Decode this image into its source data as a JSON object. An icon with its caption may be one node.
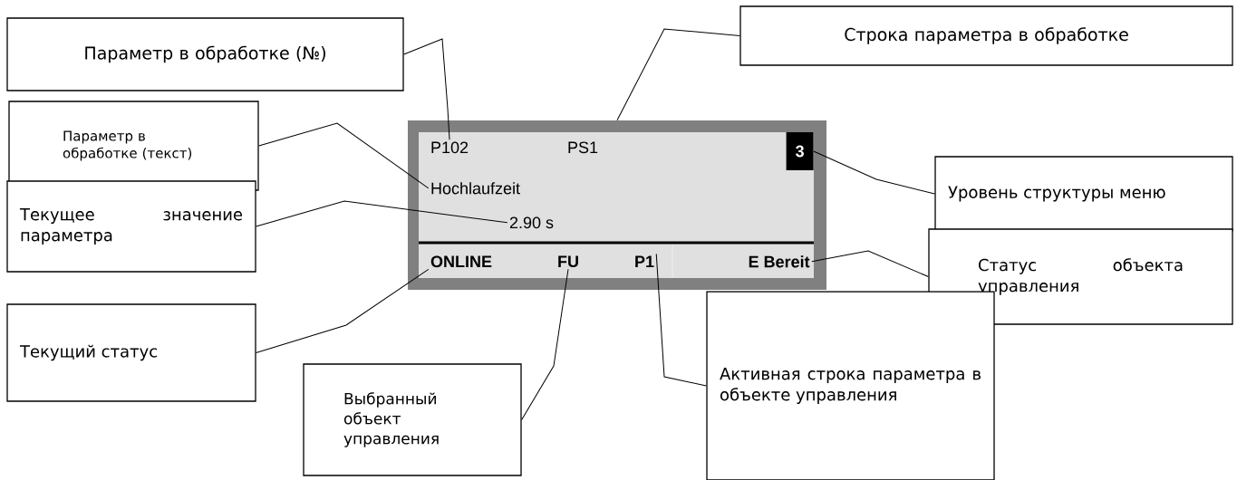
{
  "diagram": {
    "nodes": [
      {
        "text": [
          "Параметр в обработке (№)"
        ]
      },
      {
        "text": [
          "Строка параметра в обработке"
        ]
      },
      {
        "text": [
          "Параметр в обработке (текст)"
        ]
      },
      {
        "text": [
          "Текущее значение параметра"
        ]
      },
      {
        "text": [
          "Уровень структуры меню"
        ]
      },
      {
        "text": [
          "Статус объекта управления"
        ]
      },
      {
        "text": [
          "Текущий статус"
        ]
      },
      {
        "text": [
          "Выбранный объект управления"
        ]
      },
      {
        "text": [
          "Активная строка параметра в объекте управления"
        ]
      },
      {
        "text": [],
        "shape": "box"
      },
      {
        "text": [
          "P102"
        ],
        "in": 9
      },
      {
        "text": [
          "PS1"
        ],
        "in": 9
      },
      {
        "text": [
          "3"
        ],
        "in": 9
      },
      {
        "text": [
          "Hochlaufzeit"
        ],
        "in": 9
      },
      {
        "text": [
          "2.90 s"
        ],
        "in": 9
      },
      {
        "text": [
          "ONLINE"
        ],
        "in": 9
      },
      {
        "text": [
          "FU"
        ],
        "in": 9
      },
      {
        "text": [
          "P1"
        ],
        "in": 9
      },
      {
        "text": [
          "E Bereit"
        ],
        "in": 9
      }
    ],
    "edges": [
      {
        "from": 0,
        "to": 10,
        "arrow": "none"
      },
      {
        "from": 1,
        "to": 9,
        "arrow": "none"
      },
      {
        "from": 2,
        "to": 13,
        "arrow": "none"
      },
      {
        "from": 3,
        "to": 14,
        "arrow": "none"
      },
      {
        "from": 4,
        "to": 12,
        "arrow": "none"
      },
      {
        "from": 5,
        "to": 18,
        "arrow": "none"
      },
      {
        "from": 6,
        "to": 15,
        "arrow": "none"
      },
      {
        "from": 7,
        "to": 16,
        "arrow": "none"
      },
      {
        "from": 8,
        "to": 17,
        "arrow": "none"
      }
    ]
  }
}
